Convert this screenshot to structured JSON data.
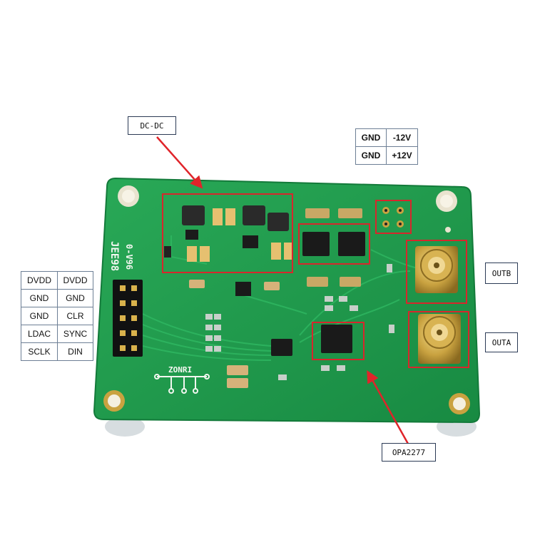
{
  "callouts": {
    "dcdc": "DC-DC",
    "outb": "OUTB",
    "outa": "OUTA",
    "opamp": "OPA2277"
  },
  "power_table": [
    [
      "GND",
      "-12V"
    ],
    [
      "GND",
      "+12V"
    ]
  ],
  "header_table": [
    [
      "DVDD",
      "DVDD"
    ],
    [
      "GND",
      "GND"
    ],
    [
      "GND",
      "CLR"
    ],
    [
      "LDAC",
      "SYNC"
    ],
    [
      "SCLK",
      "DIN"
    ]
  ],
  "silkscreen": {
    "board_id": "JEE98",
    "version": "0-V96",
    "brand": "ZONRI"
  },
  "colors": {
    "pcb": "#1f9a4c",
    "highlight": "#d8262c",
    "gold": "#c9a240"
  }
}
